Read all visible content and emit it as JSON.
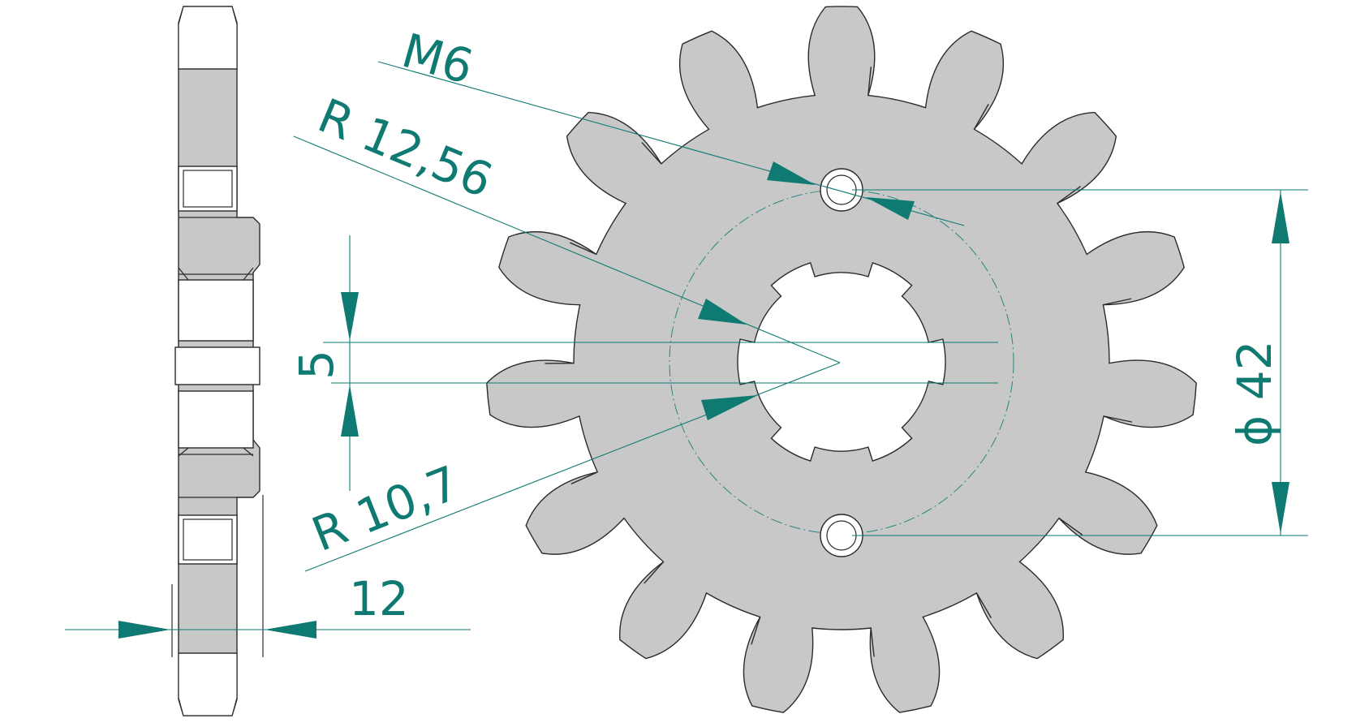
{
  "labels": {
    "thread": "M6",
    "outer_radius": "R  12,56",
    "key_width": "5",
    "inner_radius": "R  10,7",
    "thickness": "12",
    "bolt_circle": "ϕ 42"
  },
  "sprocket": {
    "teeth": 15,
    "spline_lugs": 6
  },
  "colors": {
    "part_fill": "#c8c8c8",
    "outline": "#2b2b2b",
    "dimension": "#0e7a72"
  }
}
